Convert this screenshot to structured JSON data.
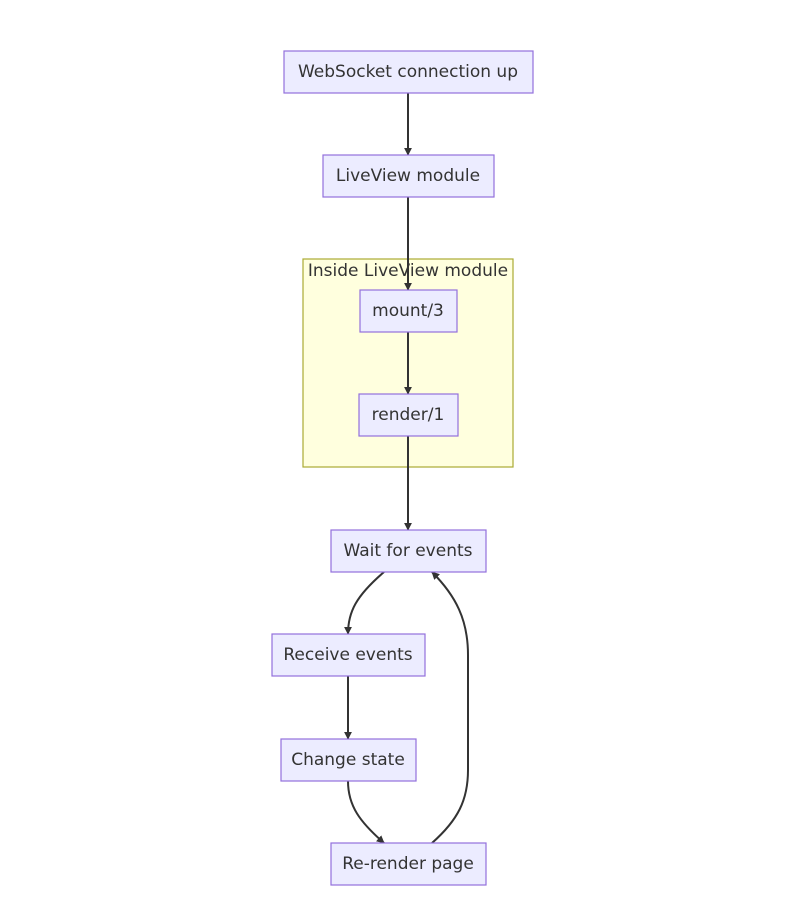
{
  "diagram": {
    "type": "flowchart",
    "direction": "top-down",
    "cluster": {
      "label": "Inside LiveView module",
      "contains": [
        "mount",
        "render"
      ]
    },
    "nodes": {
      "ws": "WebSocket connection up",
      "module": "LiveView module",
      "mount": "mount/3",
      "render": "render/1",
      "wait": "Wait for events",
      "receive": "Receive events",
      "change": "Change state",
      "rerender": "Re-render page"
    },
    "edges": [
      {
        "from": "ws",
        "to": "module"
      },
      {
        "from": "module",
        "to": "mount"
      },
      {
        "from": "mount",
        "to": "render"
      },
      {
        "from": "render",
        "to": "wait"
      },
      {
        "from": "wait",
        "to": "receive"
      },
      {
        "from": "receive",
        "to": "change"
      },
      {
        "from": "change",
        "to": "rerender"
      },
      {
        "from": "rerender",
        "to": "wait"
      }
    ],
    "colors": {
      "node_fill": "#ececff",
      "node_stroke": "#9370db",
      "cluster_fill": "#ffffde",
      "cluster_stroke": "#aaaa33",
      "edge": "#333333",
      "text": "#333333"
    }
  }
}
